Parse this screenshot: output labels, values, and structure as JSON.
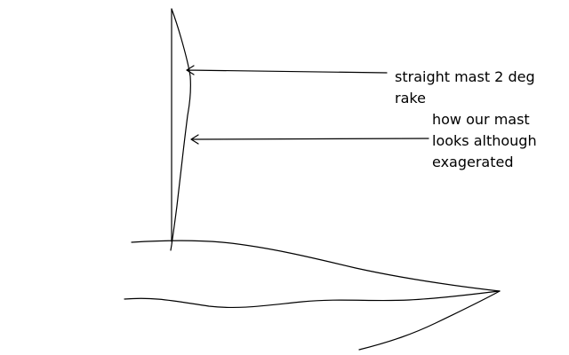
{
  "annotations": {
    "straight_mast": {
      "lines": [
        "straight mast 2 deg",
        "rake"
      ]
    },
    "our_mast": {
      "lines": [
        "how our mast",
        "looks although",
        "exagerated"
      ]
    }
  },
  "colors": {
    "ink": "#000000",
    "background": "#ffffff"
  }
}
